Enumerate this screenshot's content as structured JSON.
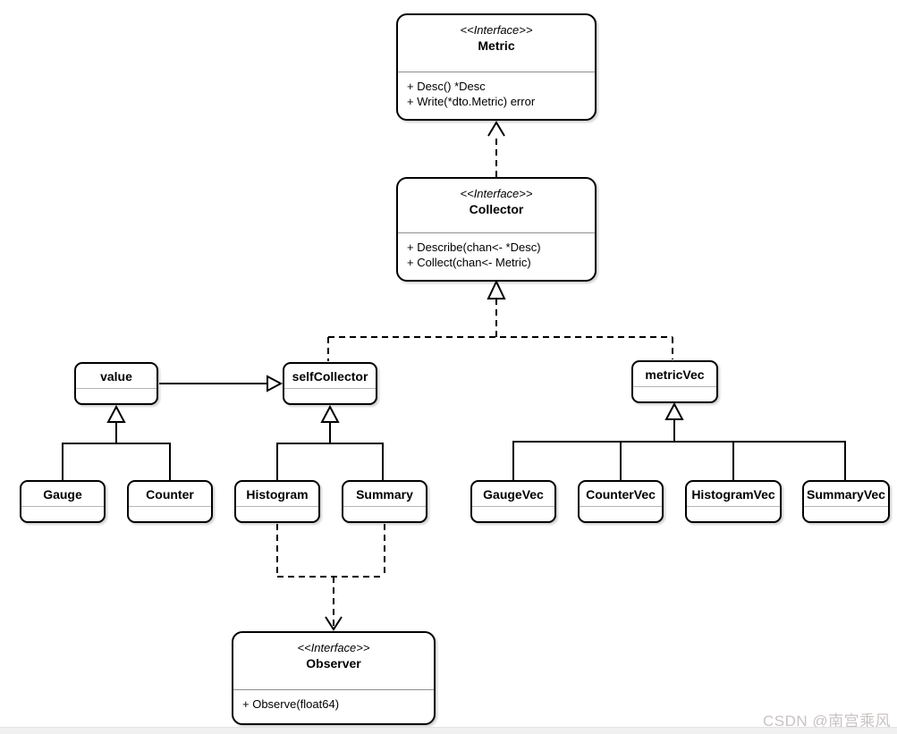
{
  "diagram": {
    "interfaces": {
      "metric": {
        "stereotype": "<<Interface>>",
        "name": "Metric",
        "methods": [
          "+ Desc() *Desc",
          "+ Write(*dto.Metric) error"
        ]
      },
      "collector": {
        "stereotype": "<<Interface>>",
        "name": "Collector",
        "methods": [
          "+ Describe(chan<- *Desc)",
          "+ Collect(chan<- Metric)"
        ]
      },
      "observer": {
        "stereotype": "<<Interface>>",
        "name": "Observer",
        "methods": [
          "+ Observe(float64)"
        ]
      }
    },
    "classes": {
      "value": "value",
      "selfCollector": "selfCollector",
      "metricVec": "metricVec",
      "gauge": "Gauge",
      "counter": "Counter",
      "histogram": "Histogram",
      "summary": "Summary",
      "gaugeVec": "GaugeVec",
      "counterVec": "CounterVec",
      "histogramVec": "HistogramVec",
      "summaryVec": "SummaryVec"
    },
    "relations": {
      "collector_uses_metric": "dashed open-arrow dependency from Collector to Metric",
      "selfCollector_metricVec_realize_collector": "dashed hollow-triangle realization to Collector",
      "value_to_selfCollector": "solid hollow-triangle association from value to selfCollector",
      "gauge_counter_extend_value": "solid generalization to value",
      "histogram_summary_extend_selfCollector": "solid generalization to selfCollector",
      "vecs_extend_metricVec": "solid generalization to metricVec",
      "histogram_summary_use_observer": "dashed open-arrow dependency to Observer"
    },
    "colors": {
      "line": "#000000",
      "box_fill": "#ffffff",
      "box_border": "#000000",
      "separator_small": "#b5b5b5",
      "separator_large": "#8f8f8f",
      "watermark": "#c9c3c3",
      "bottom_strip": "#f1f0f1"
    },
    "watermark": "CSDN @南宫乘风"
  }
}
